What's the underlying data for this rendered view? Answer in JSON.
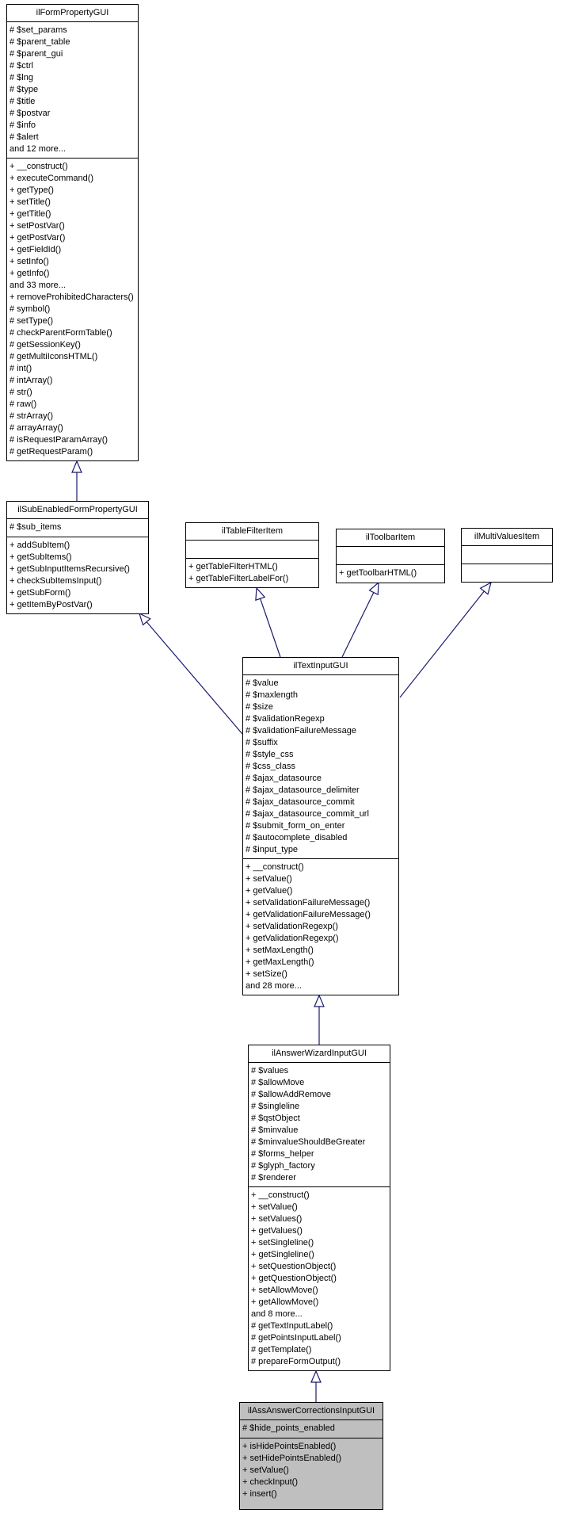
{
  "diagram": {
    "type": "uml-class-inheritance-graph",
    "background_color": "#ffffff",
    "node_border_color": "#000000",
    "arrow_color": "#191970",
    "highlight_fill": "#bfbfbf",
    "classes": [
      {
        "title": "ilFormPropertyGUI",
        "attributes": [
          "# $set_params",
          "# $parent_table",
          "# $parent_gui",
          "# $ctrl",
          "# $lng",
          "# $type",
          "# $title",
          "# $postvar",
          "# $info",
          "# $alert",
          "and 12 more..."
        ],
        "methods": [
          "+ __construct()",
          "+ executeCommand()",
          "+ getType()",
          "+ setTitle()",
          "+ getTitle()",
          "+ setPostVar()",
          "+ getPostVar()",
          "+ getFieldId()",
          "+ setInfo()",
          "+ getInfo()",
          "and 33 more...",
          "+ removeProhibitedCharacters()",
          "# symbol()",
          "# setType()",
          "# checkParentFormTable()",
          "# getSessionKey()",
          "# getMultiIconsHTML()",
          "# int()",
          "# intArray()",
          "# str()",
          "# raw()",
          "# strArray()",
          "# arrayArray()",
          "# isRequestParamArray()",
          "# getRequestParam()"
        ]
      },
      {
        "title": "ilSubEnabledFormPropertyGUI",
        "attributes": [
          "# $sub_items"
        ],
        "methods": [
          "+ addSubItem()",
          "+ getSubItems()",
          "+ getSubInputItemsRecursive()",
          "+ checkSubItemsInput()",
          "+ getSubForm()",
          "+ getItemByPostVar()"
        ]
      },
      {
        "title": "ilTableFilterItem",
        "attributes": [],
        "methods": [
          "+ getTableFilterHTML()",
          "+ getTableFilterLabelFor()"
        ]
      },
      {
        "title": "ilToolbarItem",
        "attributes": [],
        "methods": [
          "+ getToolbarHTML()"
        ]
      },
      {
        "title": "ilMultiValuesItem",
        "attributes": [],
        "methods": []
      },
      {
        "title": "ilTextInputGUI",
        "attributes": [
          "# $value",
          "# $maxlength",
          "# $size",
          "# $validationRegexp",
          "# $validationFailureMessage",
          "# $suffix",
          "# $style_css",
          "# $css_class",
          "# $ajax_datasource",
          "# $ajax_datasource_delimiter",
          "# $ajax_datasource_commit",
          "# $ajax_datasource_commit_url",
          "# $submit_form_on_enter",
          "# $autocomplete_disabled",
          "# $input_type"
        ],
        "methods": [
          "+ __construct()",
          "+ setValue()",
          "+ getValue()",
          "+ setValidationFailureMessage()",
          "+ getValidationFailureMessage()",
          "+ setValidationRegexp()",
          "+ getValidationRegexp()",
          "+ setMaxLength()",
          "+ getMaxLength()",
          "+ setSize()",
          "and 28 more..."
        ]
      },
      {
        "title": "ilAnswerWizardInputGUI",
        "attributes": [
          "# $values",
          "# $allowMove",
          "# $allowAddRemove",
          "# $singleline",
          "# $qstObject",
          "# $minvalue",
          "# $minvalueShouldBeGreater",
          "# $forms_helper",
          "# $glyph_factory",
          "# $renderer"
        ],
        "methods": [
          "+ __construct()",
          "+ setValue()",
          "+ setValues()",
          "+ getValues()",
          "+ setSingleline()",
          "+ getSingleline()",
          "+ setQuestionObject()",
          "+ getQuestionObject()",
          "+ setAllowMove()",
          "+ getAllowMove()",
          "and 8 more...",
          "# getTextInputLabel()",
          "# getPointsInputLabel()",
          "# getTemplate()",
          "# prepareFormOutput()"
        ]
      },
      {
        "title": "ilAssAnswerCorrectionsInputGUI",
        "attributes": [
          "# $hide_points_enabled"
        ],
        "methods": [
          "+ isHidePointsEnabled()",
          "+ setHidePointsEnabled()",
          "+ setValue()",
          "+ checkInput()",
          "+ insert()"
        ]
      }
    ],
    "relations": [
      {
        "child": "ilSubEnabledFormPropertyGUI",
        "parent": "ilFormPropertyGUI",
        "kind": "inheritance"
      },
      {
        "child": "ilTextInputGUI",
        "parent": "ilSubEnabledFormPropertyGUI",
        "kind": "inheritance"
      },
      {
        "child": "ilTextInputGUI",
        "parent": "ilTableFilterItem",
        "kind": "inheritance"
      },
      {
        "child": "ilTextInputGUI",
        "parent": "ilToolbarItem",
        "kind": "inheritance"
      },
      {
        "child": "ilTextInputGUI",
        "parent": "ilMultiValuesItem",
        "kind": "inheritance"
      },
      {
        "child": "ilAnswerWizardInputGUI",
        "parent": "ilTextInputGUI",
        "kind": "inheritance"
      },
      {
        "child": "ilAssAnswerCorrectionsInputGUI",
        "parent": "ilAnswerWizardInputGUI",
        "kind": "inheritance"
      }
    ]
  }
}
